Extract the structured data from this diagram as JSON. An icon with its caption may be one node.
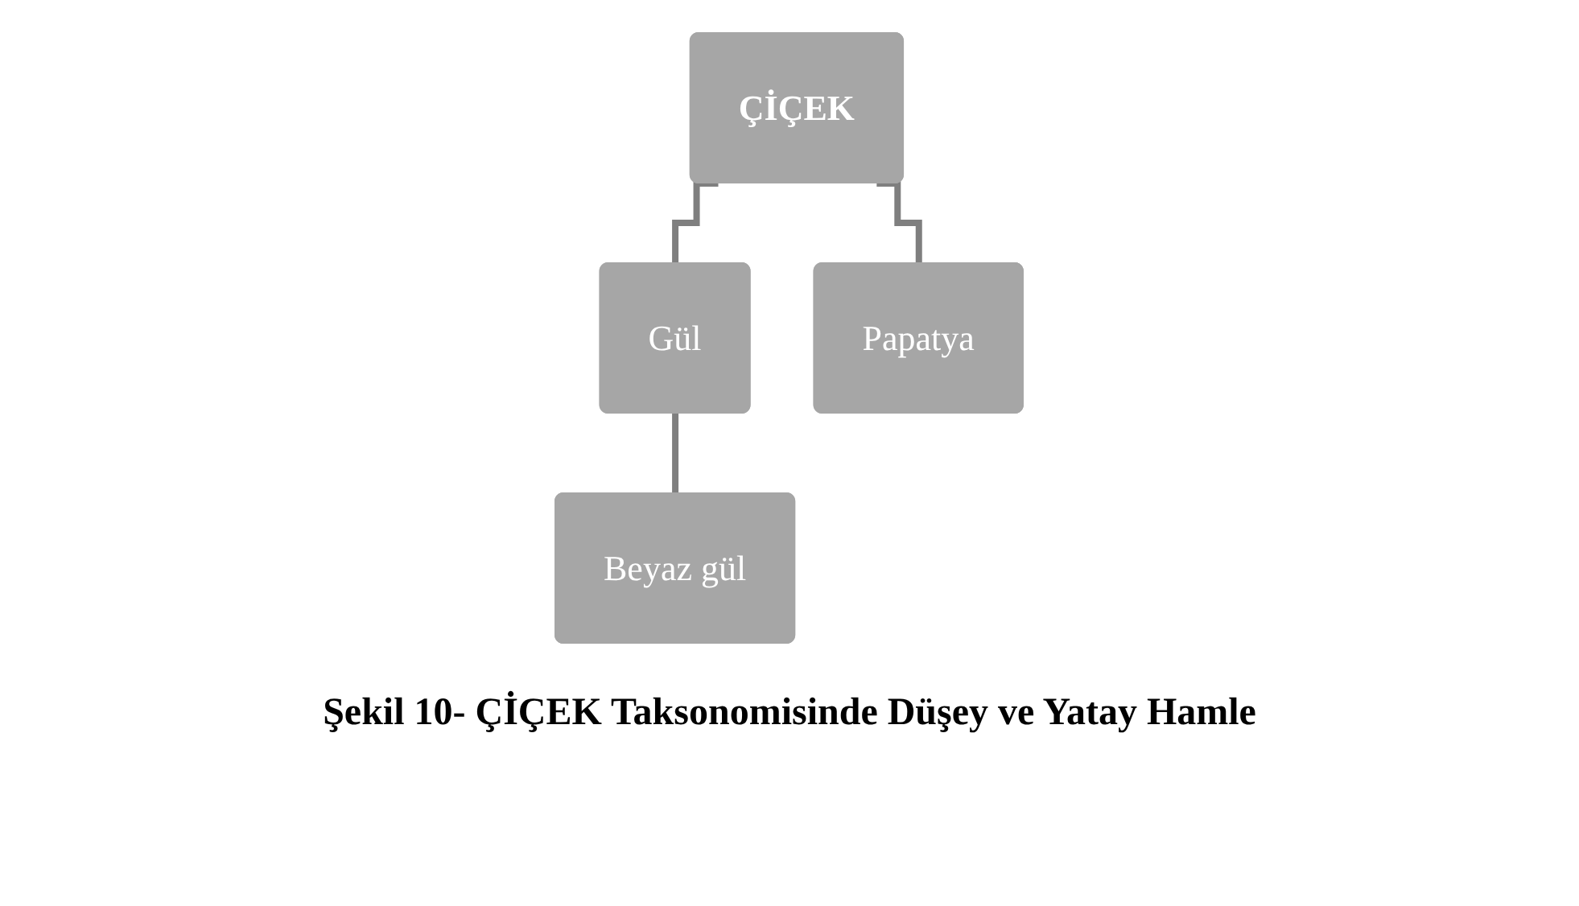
{
  "diagram": {
    "caption": "Şekil 10- ÇİÇEK Taksonomisinde Düşey ve Yatay Hamle",
    "nodes": [
      {
        "text": [
          "ÇİÇEK"
        ]
      },
      {
        "text": [
          "Gül"
        ]
      },
      {
        "text": [
          "Papatya"
        ]
      },
      {
        "text": [
          "Beyaz gül"
        ]
      }
    ],
    "edges": [
      {
        "from": 0,
        "to": 1,
        "arrow": "none"
      },
      {
        "from": 0,
        "to": 2,
        "arrow": "none"
      },
      {
        "from": 1,
        "to": 3,
        "arrow": "none"
      }
    ]
  }
}
